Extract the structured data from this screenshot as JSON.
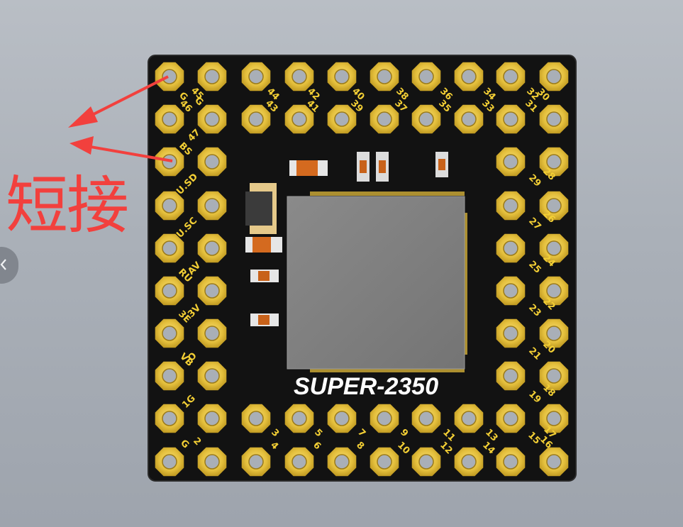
{
  "board": {
    "name": "SUPER-2350",
    "top_labels": [
      "45",
      "46",
      "44",
      "43",
      "42",
      "41",
      "40",
      "39",
      "38",
      "37",
      "36",
      "35",
      "34",
      "33",
      "32",
      "31",
      "30"
    ],
    "top_left_g1": "G",
    "top_left_g2": "G",
    "left_labels": [
      "BS",
      "47",
      "U.SD",
      "U.SC",
      "RU",
      "AV",
      "3E",
      "3V",
      "VB",
      "O",
      "1G",
      "G",
      "2"
    ],
    "right_labels": [
      "28",
      "29",
      "26",
      "27",
      "24",
      "25",
      "22",
      "23",
      "20",
      "21",
      "18",
      "19",
      "16",
      "17",
      "15"
    ],
    "bottom_labels": [
      "3",
      "4",
      "5",
      "6",
      "7",
      "8",
      "9",
      "10",
      "11",
      "12",
      "13",
      "14"
    ]
  },
  "annotation": {
    "note": "短接",
    "color": "#f2403d"
  },
  "viewer": {
    "prev_icon": "chevron-left-icon"
  },
  "colors": {
    "background": "#aab0b8",
    "pcb": "#111111",
    "pad_gold": "#e2bf3a",
    "silkscreen": "#f3cf35",
    "module": "#7c7c7c"
  }
}
